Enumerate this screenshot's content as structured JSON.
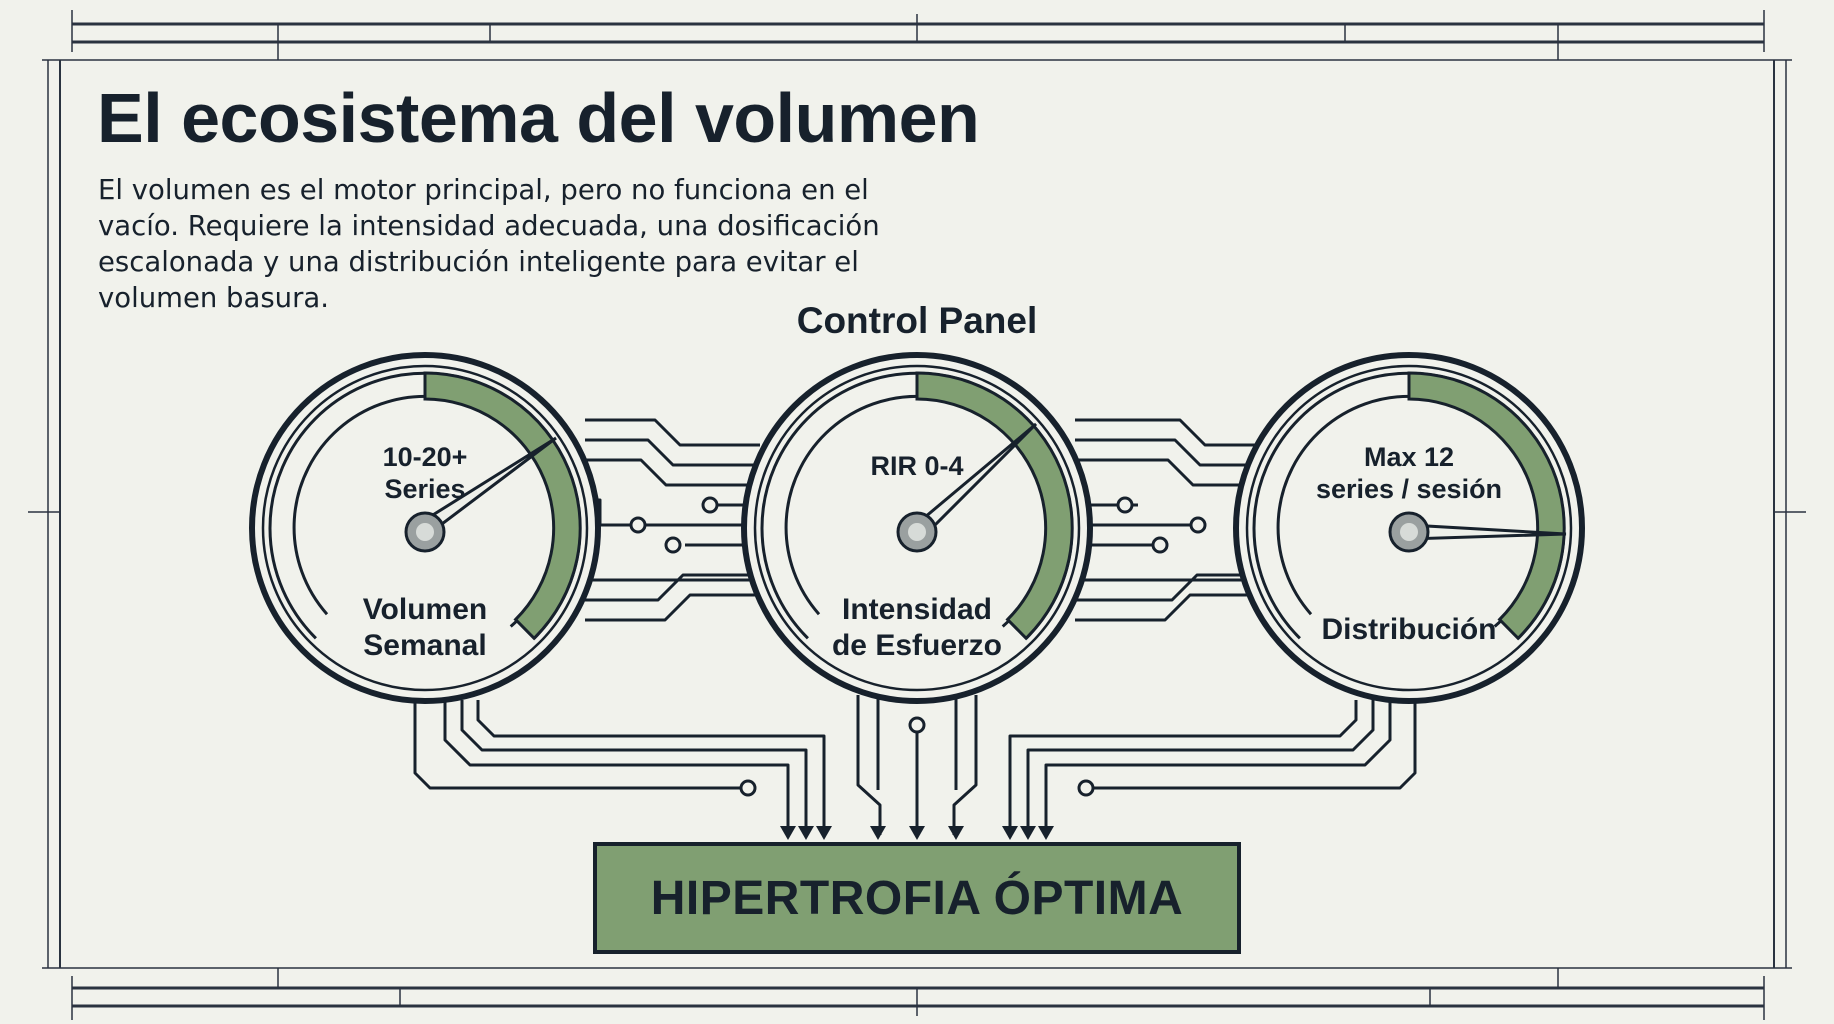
{
  "title": "El ecosistema del volumen",
  "intro": "El volumen es el motor principal, pero no funciona en el vacío. Requiere la intensidad adecuada, una dosificación escalonada y una distribución inteligente para evitar el volumen basura.",
  "panel_title": "Control Panel",
  "gauges": [
    {
      "value": "10-20+\nSeries",
      "label": "Volumen\nSemanal"
    },
    {
      "value": "RIR 0-4",
      "label": "Intensidad\nde Esfuerzo"
    },
    {
      "value": "Max 12\nseries / sesión",
      "label": "Distribución"
    }
  ],
  "output": "HIPERTROFIA ÓPTIMA",
  "colors": {
    "ink": "#17212c",
    "accent_green": "#809f72",
    "background": "#f1f2ec"
  }
}
